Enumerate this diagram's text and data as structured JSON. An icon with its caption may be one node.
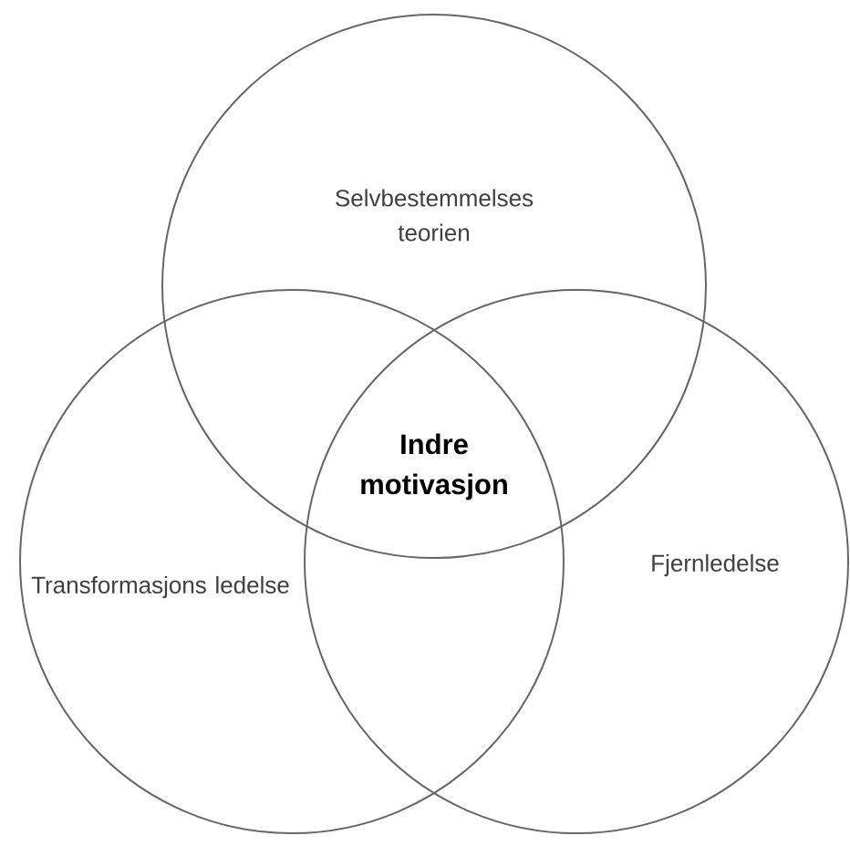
{
  "diagram": {
    "nodes": [
      {
        "text": [
          "Selvbestemmelses teorien"
        ]
      },
      {
        "text": [
          "Transformasjons ledelse"
        ]
      },
      {
        "text": [
          "Fjernledelse"
        ]
      }
    ],
    "labels": [
      "Indre motivasjon"
    ]
  }
}
